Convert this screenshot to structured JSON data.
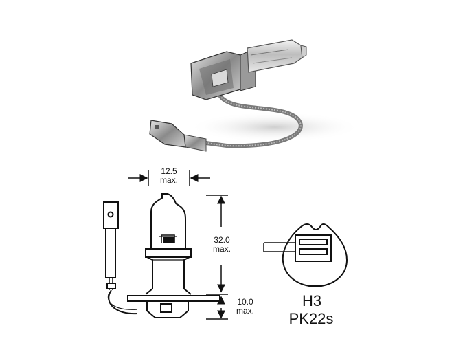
{
  "dimensions": {
    "width_value": "12.5",
    "width_suffix": "max.",
    "height_value": "32.0",
    "height_suffix": "max.",
    "base_value": "10.0",
    "base_suffix": "max."
  },
  "bulb": {
    "type": "H3",
    "base": "PK22s"
  }
}
